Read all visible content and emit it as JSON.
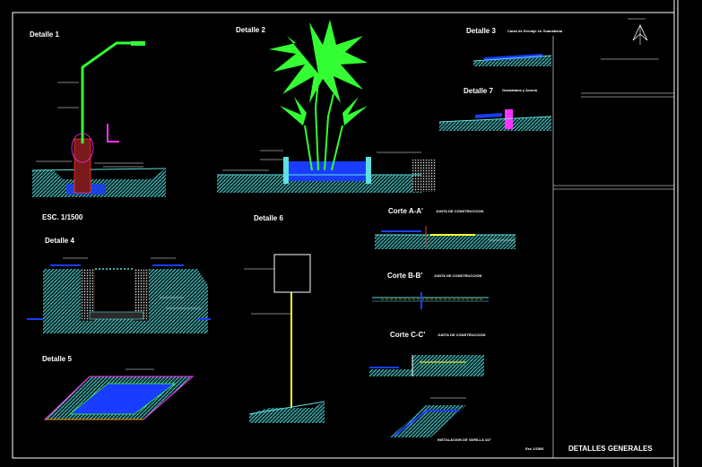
{
  "colors": {
    "background": "#000000",
    "frame": "#ffffff",
    "ground": "#5fe0e0",
    "green": "#33ff33",
    "blue": "#1a3cff",
    "yellow": "#ffff33",
    "magenta": "#ff33ff",
    "red": "#ff3333",
    "orange": "#ff8800"
  },
  "details": {
    "d1": "Detalle 1",
    "d2": "Detalle 2",
    "d3": "Detalle 3",
    "d3_note": "Canal de Drenaje en Guanábana",
    "d7": "Detalle 7",
    "d7_note": "Guanábana y Acacia",
    "esc": "ESC. 1/1500",
    "d4": "Detalle 4",
    "d5": "Detalle 5",
    "d6": "Detalle 6",
    "cut_aa": "Corte A-A'",
    "cut_aa_note": "JUNTA DE CONSTRUCCION",
    "cut_bb": "Corte B-B'",
    "cut_bb_note": "JUNTA DE CONSTRUCCION",
    "cut_cc": "Corte C-C'",
    "cut_cc_note": "JUNTA DE CONSTRUCCION",
    "rebar_note": "INSTALACION DE VARILLA 1/2\""
  },
  "title_block": {
    "scale": "Esc 1/1500",
    "title": "DETALLES GENERALES"
  },
  "icons": [
    "north-arrow-icon"
  ]
}
